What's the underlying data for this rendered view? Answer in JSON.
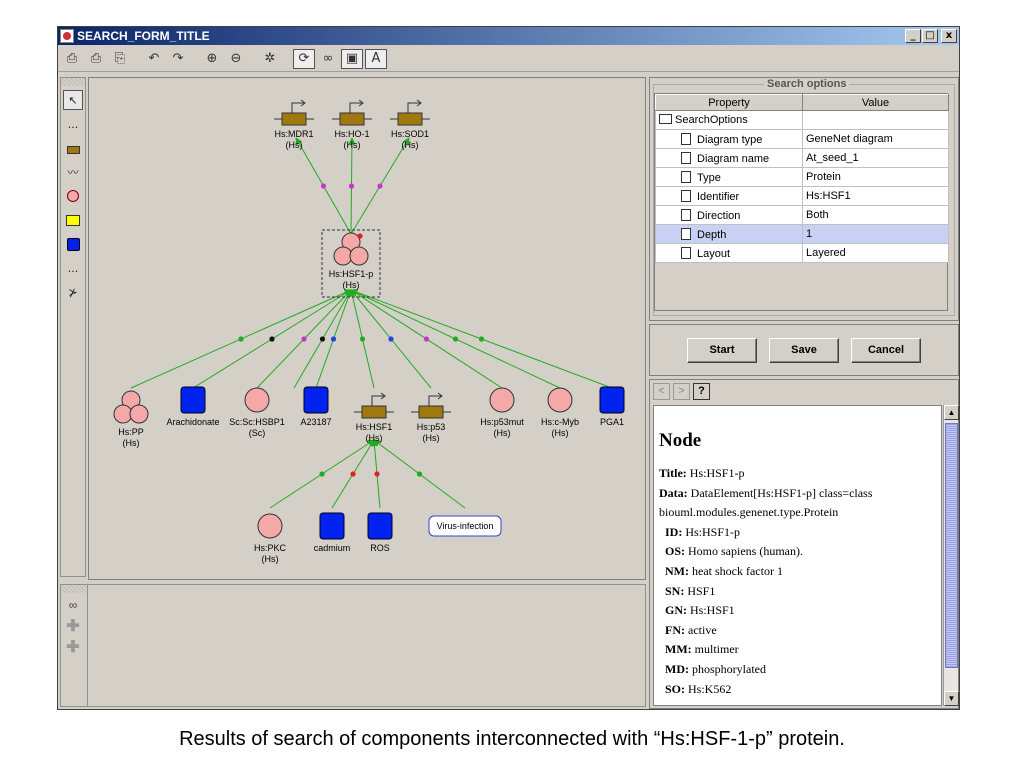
{
  "window": {
    "title": "SEARCH_FORM_TITLE",
    "controls": {
      "minimize": "_",
      "maximize": "□",
      "close": "x"
    }
  },
  "toolbar": {
    "icons": [
      "print-icon",
      "print-preview-icon",
      "page-setup-icon",
      "undo-icon",
      "redo-icon",
      "zoom-in-icon",
      "zoom-out-icon",
      "layout-icon",
      "refresh-icon",
      "binoculars-icon",
      "settings-icon",
      "text-icon"
    ],
    "text_button": "A"
  },
  "palette": {
    "items": [
      "select-arrow",
      "more-dots",
      "gene-tool",
      "reaction-tool",
      "protein-tool",
      "compartment-tool",
      "substance-tool",
      "more-dots",
      "relation-tool"
    ],
    "dots": "..."
  },
  "diagram": {
    "nodes": {
      "mdr1": {
        "name": "Hs:MDR1",
        "org": "(Hs)"
      },
      "ho1": {
        "name": "Hs:HO-1",
        "org": "(Hs)"
      },
      "sod1": {
        "name": "Hs:SOD1",
        "org": "(Hs)"
      },
      "hsf1p": {
        "name": "Hs:HSF1-p",
        "org": "(Hs)"
      },
      "pp": {
        "name": "Hs:PP",
        "org": "(Hs)"
      },
      "arachidonate": {
        "name": "Arachidonate"
      },
      "hsbp1": {
        "name": "Sc:Sc:HSBP1",
        "org": "(Sc)"
      },
      "a23187": {
        "name": "A23187"
      },
      "hsf1": {
        "name": "Hs:HSF1",
        "org": "(Hs)"
      },
      "p53": {
        "name": "Hs:p53",
        "org": "(Hs)"
      },
      "p53mut": {
        "name": "Hs:p53mut",
        "org": "(Hs)"
      },
      "cmyb": {
        "name": "Hs:c-Myb",
        "org": "(Hs)"
      },
      "pga1": {
        "name": "PGA1"
      },
      "pkc": {
        "name": "Hs:PKC",
        "org": "(Hs)"
      },
      "cadmium": {
        "name": "cadmium"
      },
      "ros": {
        "name": "ROS"
      },
      "virus": {
        "name": "Virus-infection"
      }
    },
    "colors": {
      "protein": "#f4a8a8",
      "substance": "#0022ee",
      "gene": "#a07810",
      "edge": "#22aa22",
      "dot_magenta": "#cc33cc",
      "dot_black": "#111111",
      "dot_blue": "#2244dd",
      "dot_green": "#22aa22",
      "dot_red": "#dd2222"
    }
  },
  "lower_tools": {
    "icons": [
      "binoculars-icon",
      "add-icon",
      "add-more-icon"
    ]
  },
  "search_options": {
    "title": "Search options",
    "headers": {
      "property": "Property",
      "value": "Value"
    },
    "root": "SearchOptions",
    "rows": [
      {
        "property": "Diagram type",
        "value": "GeneNet diagram"
      },
      {
        "property": "Diagram name",
        "value": "At_seed_1"
      },
      {
        "property": "Type",
        "value": "Protein"
      },
      {
        "property": "Identifier",
        "value": "Hs:HSF1"
      },
      {
        "property": "Direction",
        "value": "Both"
      },
      {
        "property": "Depth",
        "value": "1",
        "selected": true
      },
      {
        "property": "Layout",
        "value": "Layered"
      }
    ]
  },
  "actions": {
    "start": "Start",
    "save": "Save",
    "cancel": "Cancel"
  },
  "info": {
    "nav": {
      "back": "<",
      "forward": ">",
      "help": "?"
    },
    "heading": "Node",
    "title_label": "Title:",
    "title_value": "Hs:HSF1-p",
    "data_label": "Data:",
    "data_value": "DataElement[Hs:HSF1-p] class=class",
    "data_value2": "biouml.modules.genenet.type.Protein",
    "fields": [
      {
        "label": "ID:",
        "value": "Hs:HSF1-p"
      },
      {
        "label": "OS:",
        "value": "Homo sapiens (human)."
      },
      {
        "label": "NM:",
        "value": "heat shock factor 1"
      },
      {
        "label": "SN:",
        "value": "HSF1"
      },
      {
        "label": "GN:",
        "value": "Hs:HSF1"
      },
      {
        "label": "FN:",
        "value": "active"
      },
      {
        "label": "MM:",
        "value": "multimer"
      },
      {
        "label": "MD:",
        "value": "phosphorylated"
      },
      {
        "label": "SO:",
        "value": "Hs:K562"
      }
    ]
  },
  "caption": "Results of search of components interconnected with “Hs:HSF-1-p” protein."
}
